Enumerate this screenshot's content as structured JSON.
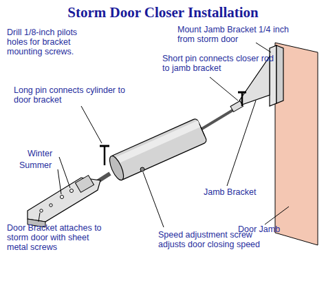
{
  "diagram": {
    "title": "Storm Door Closer Installation",
    "labels": [
      "Drill 1/8-inch pilots holes for bracket mounting screws.",
      "Mount Jamb Bracket 1/4 inch from storm door",
      "Short pin connects closer rod to jamb bracket",
      "Long pin connects cylinder to door bracket",
      "Winter",
      "Summer",
      "Jamb Bracket",
      "Door Jamb",
      "Speed adjustment screw adjusts door closing speed",
      "Door Bracket attaches to storm door with sheet metal screws"
    ]
  }
}
